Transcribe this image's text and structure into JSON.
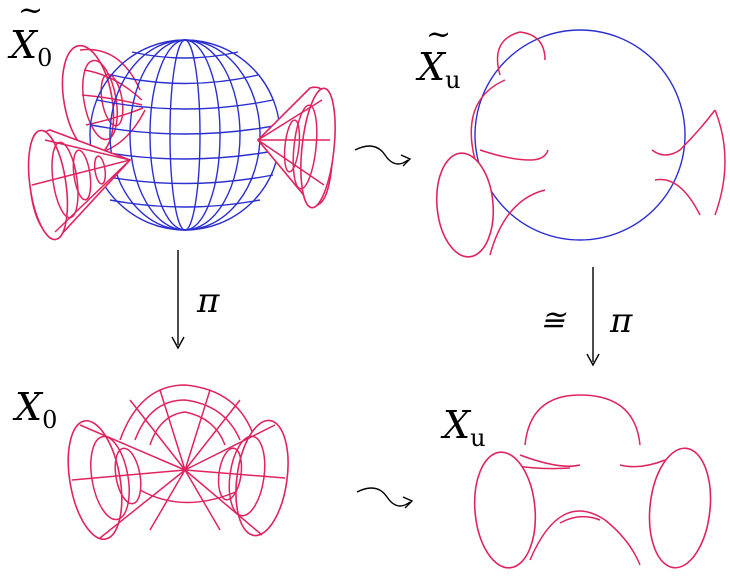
{
  "labels": {
    "x_tilde_0": {
      "base": "X",
      "accent": "~",
      "sub": "0"
    },
    "x_tilde_u": {
      "base": "X",
      "accent": "~",
      "sub": "u"
    },
    "x_0": {
      "base": "X",
      "sub": "0"
    },
    "x_u": {
      "base": "X",
      "sub": "u"
    }
  },
  "maps": {
    "left_vertical": "π",
    "right_vertical": "π",
    "right_vertical_iso": "≅"
  },
  "colors": {
    "sphere": "#2b2fd0",
    "cones": "#e0245e",
    "arrows": "#000000"
  }
}
